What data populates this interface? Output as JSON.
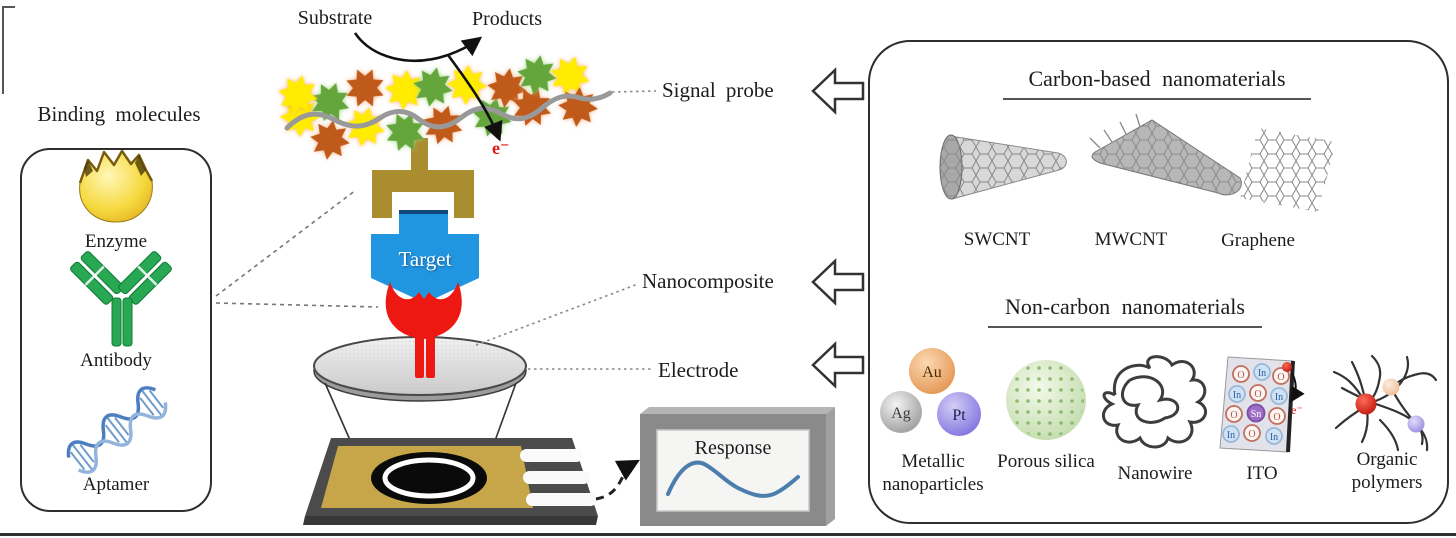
{
  "figure": {
    "binding_panel": {
      "title": "Binding molecules",
      "enzyme": "Enzyme",
      "antibody": "Antibody",
      "aptamer": "Aptamer"
    },
    "reaction": {
      "substrate": "Substrate",
      "products": "Products",
      "electron": "e⁻"
    },
    "sensor": {
      "target": "Target",
      "response": "Response"
    },
    "callouts": {
      "signal_probe": "Signal probe",
      "nanocomposite": "Nanocomposite",
      "electrode": "Electrode"
    },
    "materials": {
      "carbon_title": "Carbon-based nanomaterials",
      "carbon_items": {
        "swcnt": "SWCNT",
        "mwcnt": "MWCNT",
        "graphene": "Graphene"
      },
      "noncarbon_title": "Non-carbon nanomaterials",
      "noncarbon_items": {
        "metallic": "Metallic nanoparticles",
        "porous": "Porous silica",
        "nanowire": "Nanowire",
        "ito": "ITO",
        "organic": "Organic polymers"
      },
      "atoms": {
        "au": "Au",
        "ag": "Ag",
        "pt": "Pt",
        "o": "O",
        "in": "In",
        "sn": "Sn",
        "electron": "e⁻"
      }
    },
    "colors": {
      "star_yellow": "#ffec00",
      "star_green": "#64a53c",
      "star_orange": "#c05a1a",
      "target_blue": "#2196e0",
      "receptor_red": "#ee1812",
      "clamp_gold": "#aa8d2e",
      "response_curve": "#4b7dad",
      "electron_red": "#d42020"
    }
  }
}
